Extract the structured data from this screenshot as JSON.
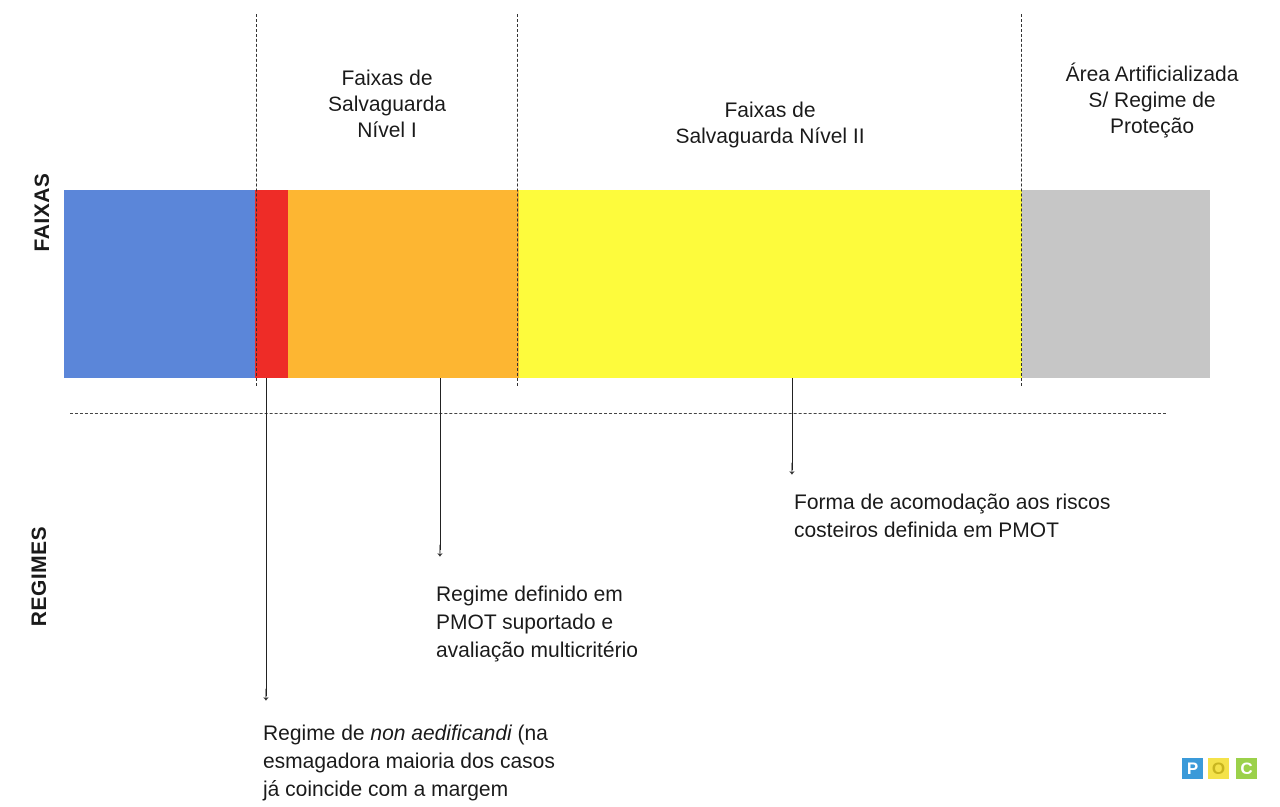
{
  "side_labels": {
    "faixas": "FAIXAS",
    "regimes": "REGIMES"
  },
  "headings": {
    "nivel1": [
      "Faixas de",
      "Salvaguarda",
      "Nível I"
    ],
    "nivel2": [
      "Faixas de",
      "Salvaguarda Nível II"
    ],
    "artificial": [
      "Área Artificializada",
      "S/ Regime de",
      "Proteção"
    ]
  },
  "band_colors": {
    "sea": "#5b86d9",
    "red": "#ee2c27",
    "orange": "#fdb632",
    "yellow": "#fdfb3c",
    "grey": "#c6c6c6"
  },
  "regimes": {
    "nivel2": [
      "Forma de acomodação aos riscos",
      "costeiros definida em PMOT"
    ],
    "nivel1": [
      "Regime definido em",
      "PMOT suportado e",
      "avaliação multicritério"
    ],
    "red_pre": "Regime de ",
    "red_italic": "non aedificandi",
    "red_post": " (na",
    "red_lines": [
      "esmagadora maioria dos casos",
      "já coincide com a margem"
    ]
  },
  "logo": {
    "letters": [
      "P",
      "O",
      "C"
    ],
    "icon": "poc-logo"
  }
}
